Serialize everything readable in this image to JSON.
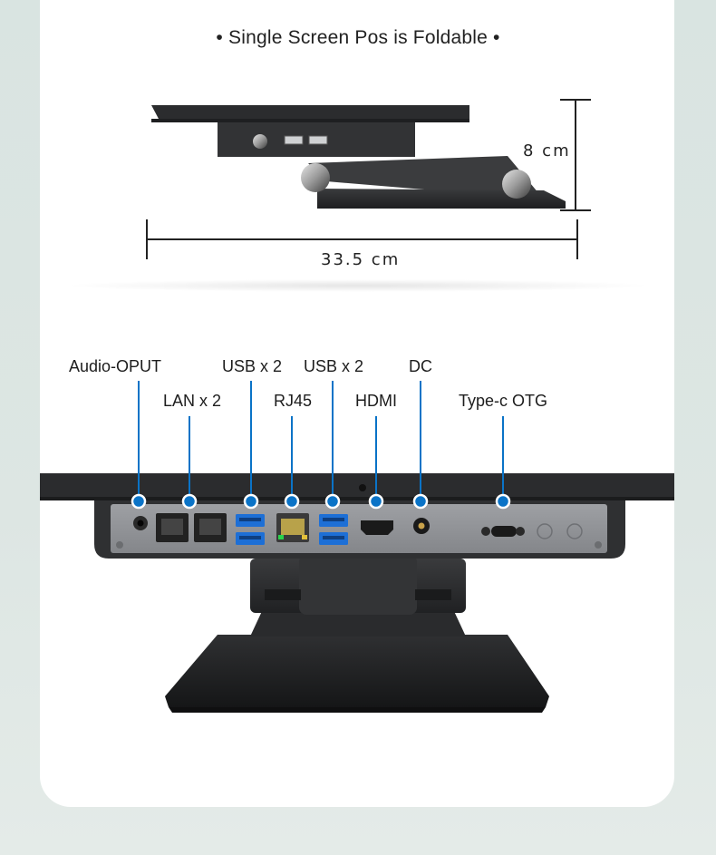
{
  "heading": "• Single Screen Pos is Foldable •",
  "dimensions": {
    "height": "8 cm",
    "width": "33.5 cm"
  },
  "ports_row1": [
    "Audio-OPUT",
    "USB x 2",
    "USB x 2",
    "DC"
  ],
  "ports_row2": [
    "LAN x 2",
    "RJ45",
    "HDMI",
    "Type-c OTG"
  ],
  "colors": {
    "accent": "#0a73c7",
    "device": "#2d2e30",
    "panel": "#8a8c90"
  }
}
